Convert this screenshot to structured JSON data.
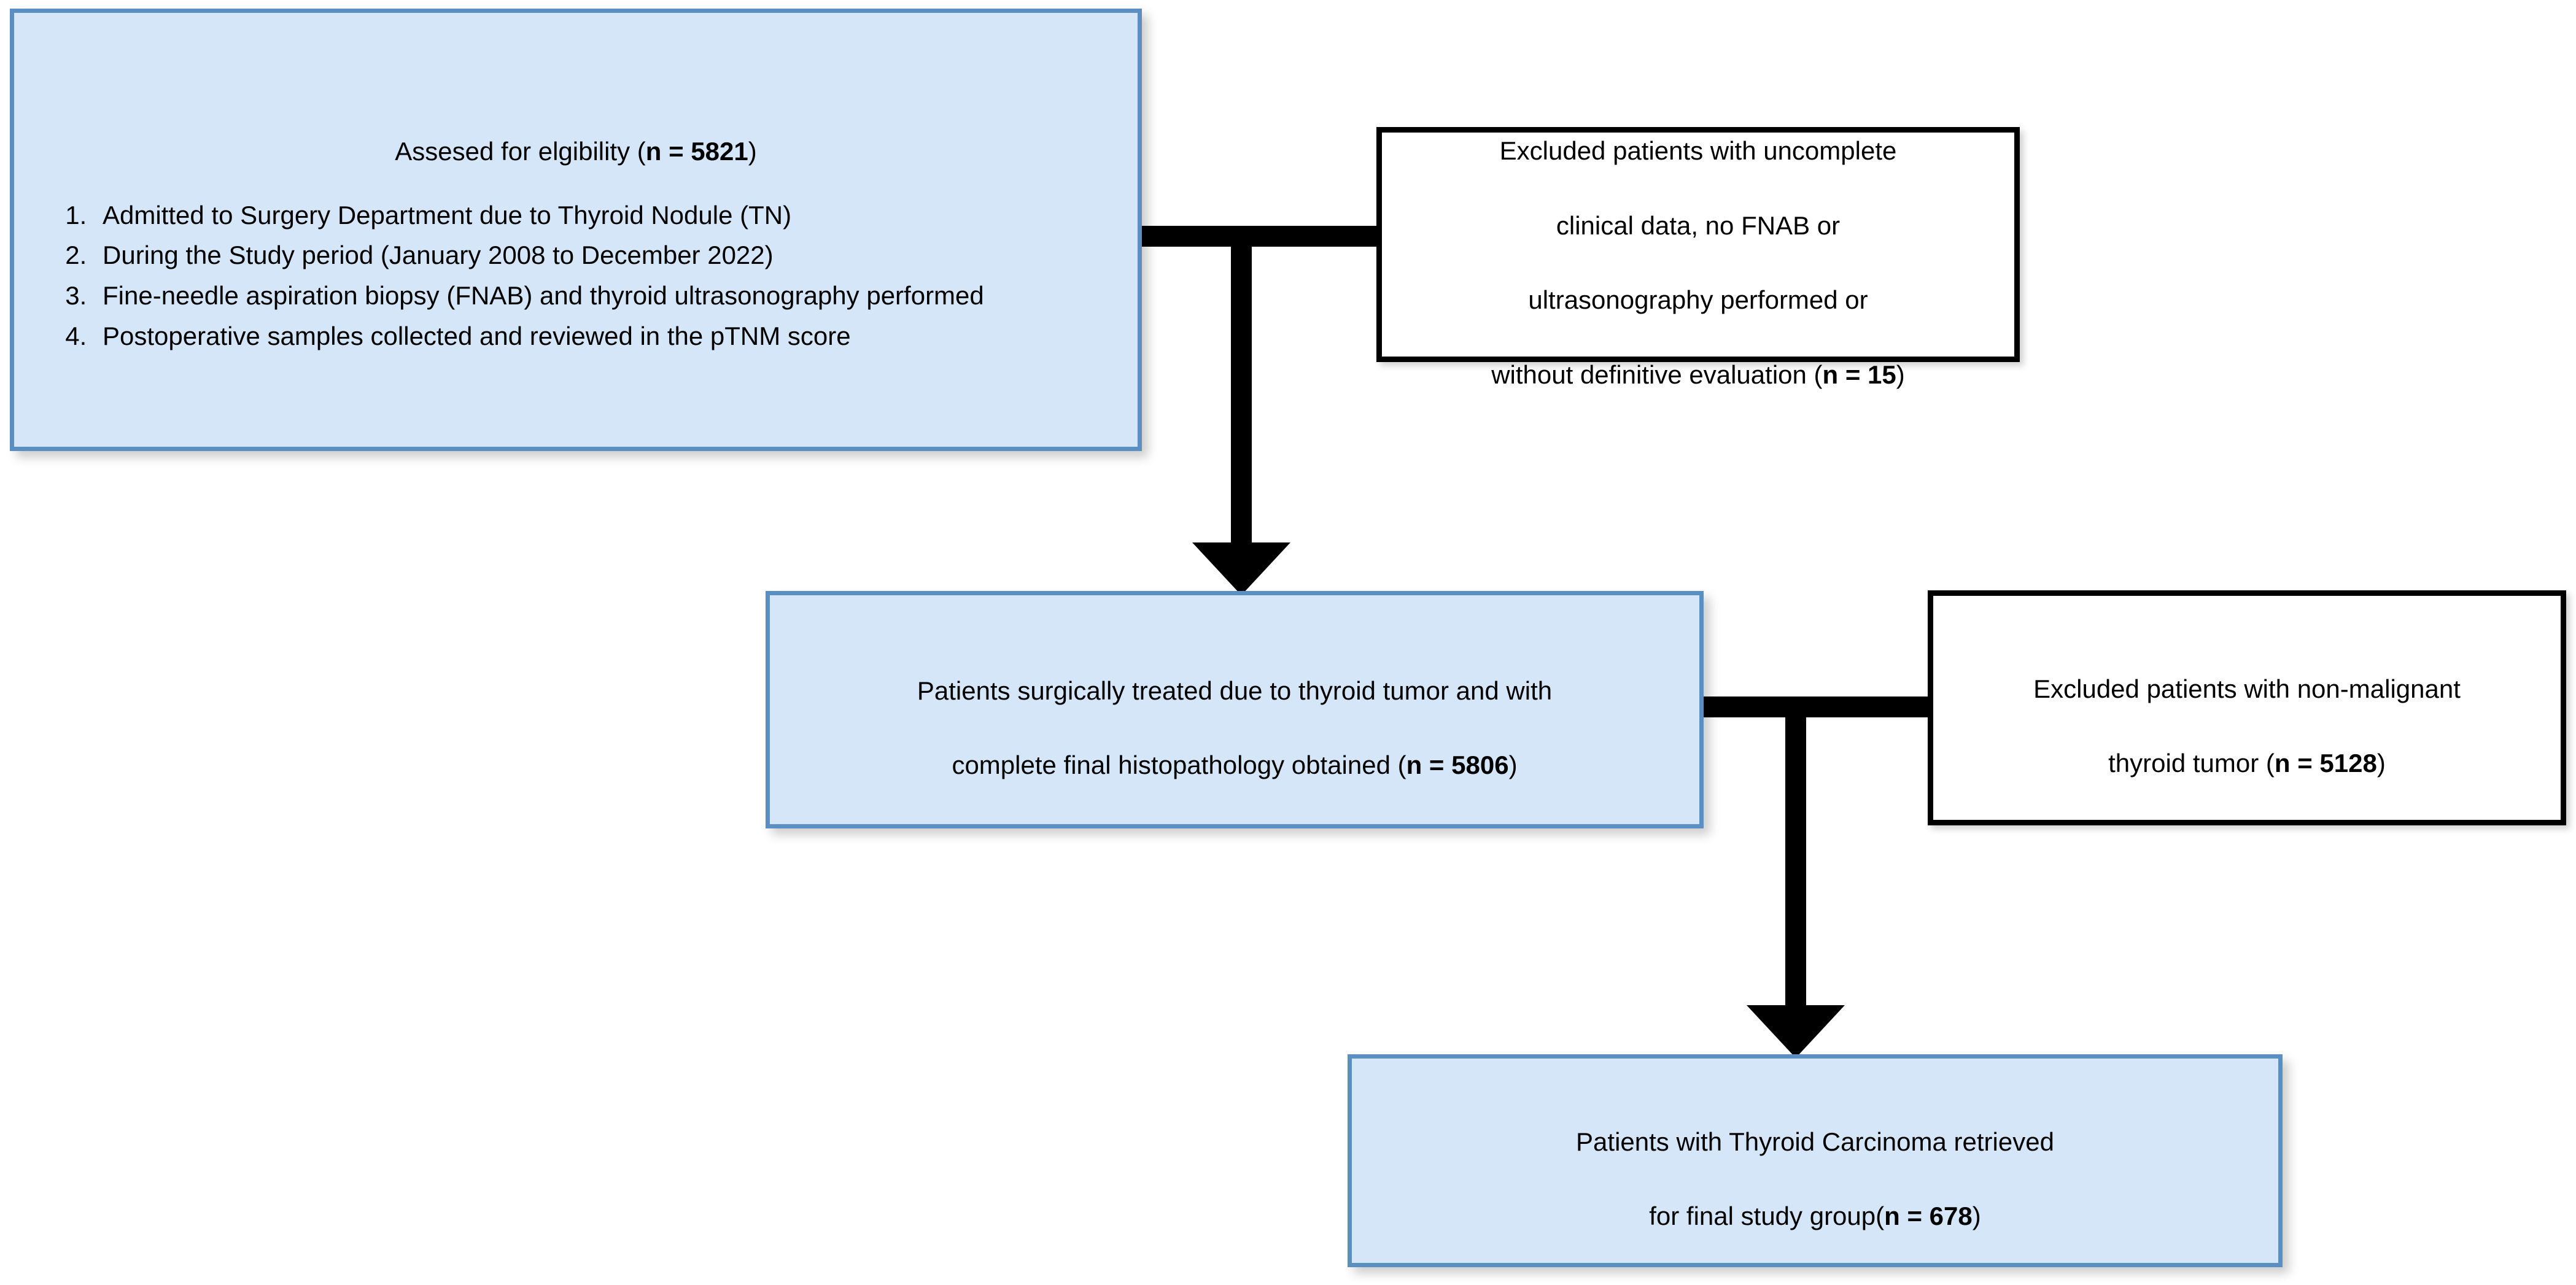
{
  "diagram": {
    "title": "Patient selection flow diagram",
    "colors": {
      "blue_fill": "#d6e6f9",
      "blue_border": "#5b8fc4",
      "white_fill": "#ffffff",
      "black": "#000000"
    },
    "nodes": {
      "assessed": {
        "heading_text": "Assesed for elgibility (",
        "heading_n_label": "n = 5821",
        "heading_close": ")",
        "criteria": [
          "Admitted to Surgery Department due to Thyroid Nodule (TN)",
          "During the Study period (January 2008 to December 2022)",
          "Fine-needle aspiration biopsy (FNAB) and thyroid ultrasonography performed",
          "Postoperative samples collected and reviewed in the pTNM score"
        ]
      },
      "excluded_top": {
        "line1": "Excluded patients with uncomplete",
        "line2": "clinical data, no FNAB or",
        "line3": "ultrasonography performed or",
        "line4_text": "without definitive evaluation (",
        "line4_n_label": "n = 15",
        "line4_close": ")"
      },
      "surgically_treated": {
        "line1": "Patients surgically treated due to thyroid tumor and with",
        "line2_text": "complete final histopathology obtained (",
        "line2_n_label": "n = 5806",
        "line2_close": ")"
      },
      "excluded_middle": {
        "line1": "Excluded patients with non-malignant",
        "line2_text": "thyroid tumor (",
        "line2_n_label": "n = 5128",
        "line2_close": ")"
      },
      "final_group": {
        "line1": "Patients with Thyroid Carcinoma retrieved",
        "line2_text": "for final study group(",
        "line2_n_label": "n = 678",
        "line2_close": ")"
      }
    }
  }
}
